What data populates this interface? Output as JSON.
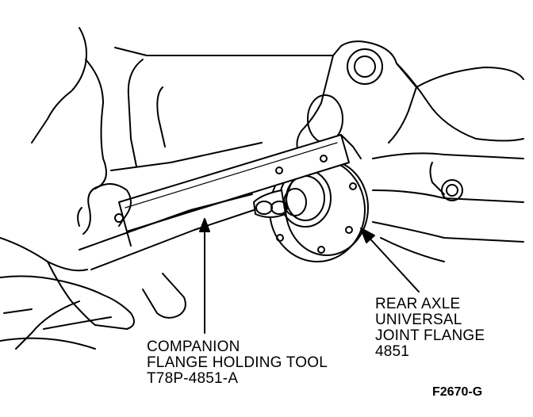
{
  "callouts": {
    "tool": {
      "line1": "COMPANION",
      "line2": "FLANGE HOLDING TOOL",
      "line3": "T78P-4851-A"
    },
    "flange": {
      "line1": "REAR AXLE",
      "line2": "UNIVERSAL",
      "line3": "JOINT FLANGE",
      "line4": "4851"
    }
  },
  "figure_id": "F2670-G",
  "colors": {
    "ink": "#000000",
    "paper": "#ffffff"
  }
}
